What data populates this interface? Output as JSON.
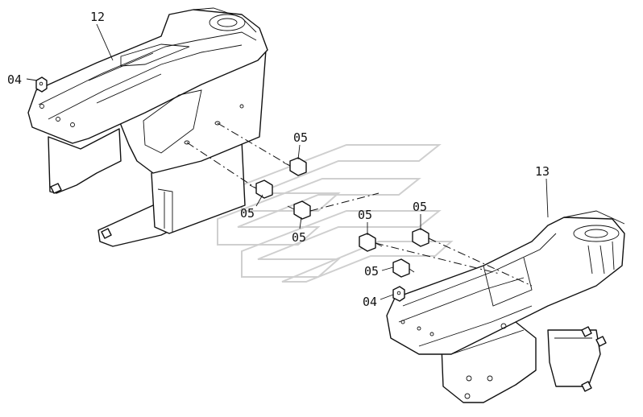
{
  "labels": {
    "part_12": "12",
    "part_13": "13",
    "part_04_left": "04",
    "part_04_right": "04",
    "part_05_a": "05",
    "part_05_b": "05",
    "part_05_c": "05",
    "part_05_d": "05",
    "part_05_e": "05",
    "part_05_f": "05"
  }
}
